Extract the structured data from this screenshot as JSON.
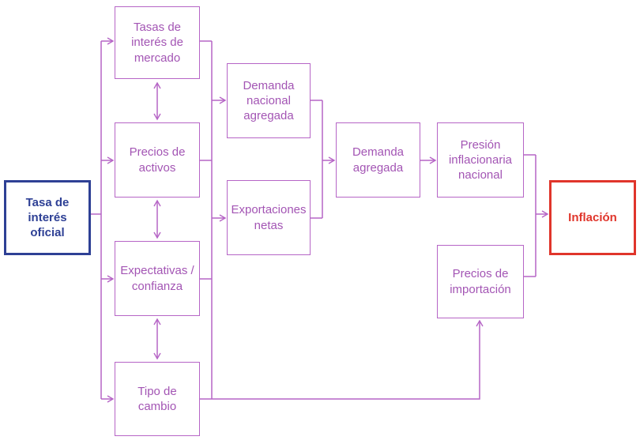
{
  "colors": {
    "purple_line": "#b665c6",
    "purple_text": "#a355b4",
    "blue": "#2e4095",
    "red": "#e0352b",
    "background": "#ffffff"
  },
  "nodes": {
    "official_rate": {
      "label": "Tasa de interés oficial"
    },
    "market_rates": {
      "label": "Tasas de interés de mercado"
    },
    "asset_prices": {
      "label": "Precios de activos"
    },
    "expectations": {
      "label": "Expectativas / confianza"
    },
    "exchange_rate": {
      "label": "Tipo de cambio"
    },
    "domestic_demand": {
      "label": "Demanda nacional agregada"
    },
    "net_exports": {
      "label": "Exportaciones netas"
    },
    "aggregate_demand": {
      "label": "Demanda agregada"
    },
    "domestic_inflationary_pressure": {
      "label": "Presión inflacionaria nacional"
    },
    "import_prices": {
      "label": "Precios de importación"
    },
    "inflation": {
      "label": "Inflación"
    }
  },
  "edges": [
    {
      "from": "official_rate",
      "to": "market_rates",
      "type": "arrow"
    },
    {
      "from": "official_rate",
      "to": "asset_prices",
      "type": "arrow"
    },
    {
      "from": "official_rate",
      "to": "expectations",
      "type": "arrow"
    },
    {
      "from": "official_rate",
      "to": "exchange_rate",
      "type": "arrow"
    },
    {
      "from": "market_rates",
      "to": "asset_prices",
      "type": "bidirectional"
    },
    {
      "from": "asset_prices",
      "to": "expectations",
      "type": "bidirectional"
    },
    {
      "from": "expectations",
      "to": "exchange_rate",
      "type": "bidirectional"
    },
    {
      "from": [
        "market_rates",
        "asset_prices",
        "expectations",
        "exchange_rate"
      ],
      "to": "domestic_demand",
      "type": "arrow"
    },
    {
      "from": [
        "market_rates",
        "asset_prices",
        "expectations",
        "exchange_rate"
      ],
      "to": "net_exports",
      "type": "arrow"
    },
    {
      "from": "exchange_rate",
      "to": "import_prices",
      "type": "arrow"
    },
    {
      "from": [
        "domestic_demand",
        "net_exports"
      ],
      "to": "aggregate_demand",
      "type": "arrow"
    },
    {
      "from": "aggregate_demand",
      "to": "domestic_inflationary_pressure",
      "type": "arrow"
    },
    {
      "from": [
        "domestic_inflationary_pressure",
        "import_prices"
      ],
      "to": "inflation",
      "type": "arrow"
    }
  ]
}
